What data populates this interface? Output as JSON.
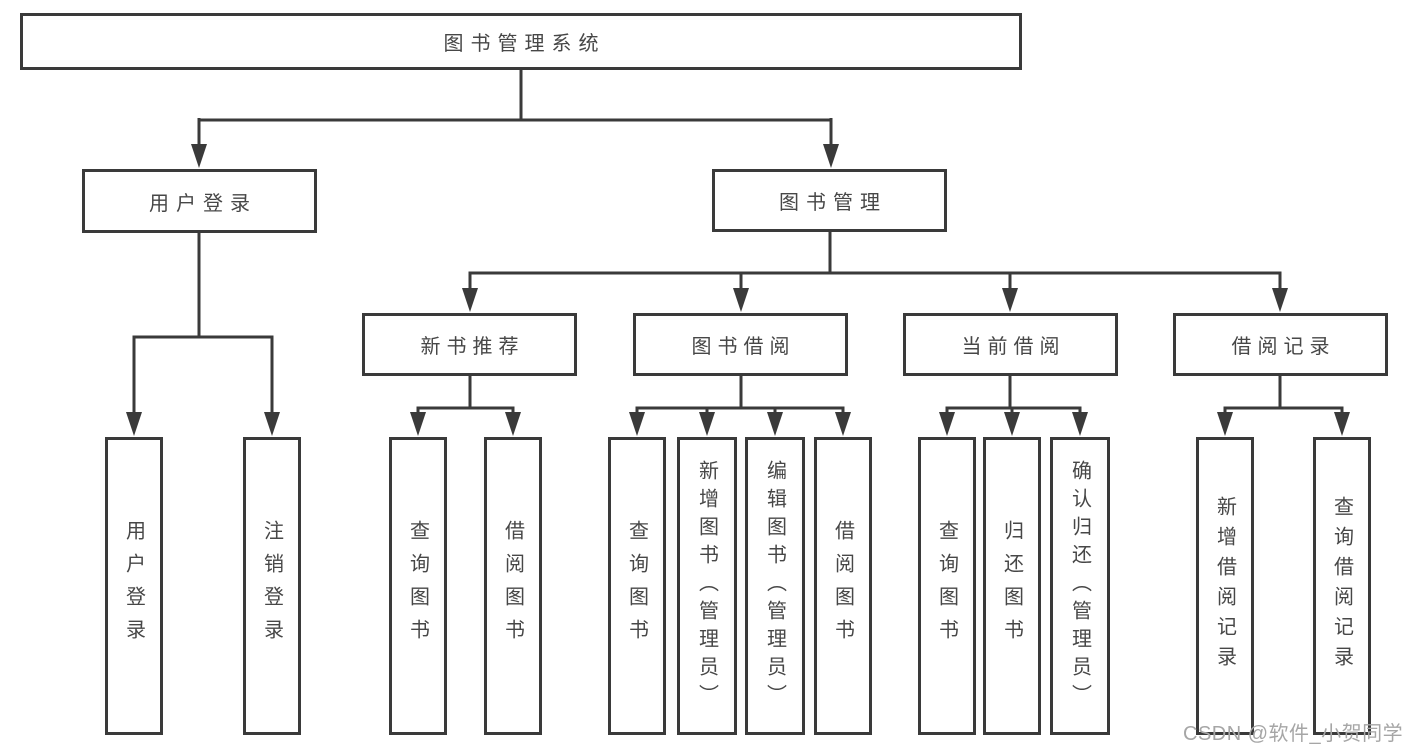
{
  "diagram": {
    "root": {
      "label": "图书管理系统"
    },
    "children": [
      {
        "label": "用户登录",
        "children": [
          {
            "label": "用户登录"
          },
          {
            "label": "注销登录"
          }
        ]
      },
      {
        "label": "图书管理",
        "children": [
          {
            "label": "新书推荐",
            "children": [
              {
                "label": "查询图书"
              },
              {
                "label": "借阅图书"
              }
            ]
          },
          {
            "label": "图书借阅",
            "children": [
              {
                "label": "查询图书"
              },
              {
                "label": "新增图书（管理员）"
              },
              {
                "label": "编辑图书（管理员）"
              },
              {
                "label": "借阅图书"
              }
            ]
          },
          {
            "label": "当前借阅",
            "children": [
              {
                "label": "查询图书"
              },
              {
                "label": "归还图书"
              },
              {
                "label": "确认归还（管理员）"
              }
            ]
          },
          {
            "label": "借阅记录",
            "children": [
              {
                "label": "新增借阅记录"
              },
              {
                "label": "查询借阅记录"
              }
            ]
          }
        ]
      }
    ]
  },
  "watermark": {
    "text": "CSDN @软件_小贺同学"
  },
  "colors": {
    "line": "#3a3a3a",
    "text": "#474747",
    "box_fill": "#ffffff",
    "watermark": "#a6a6a6",
    "background": "#ffffff"
  }
}
